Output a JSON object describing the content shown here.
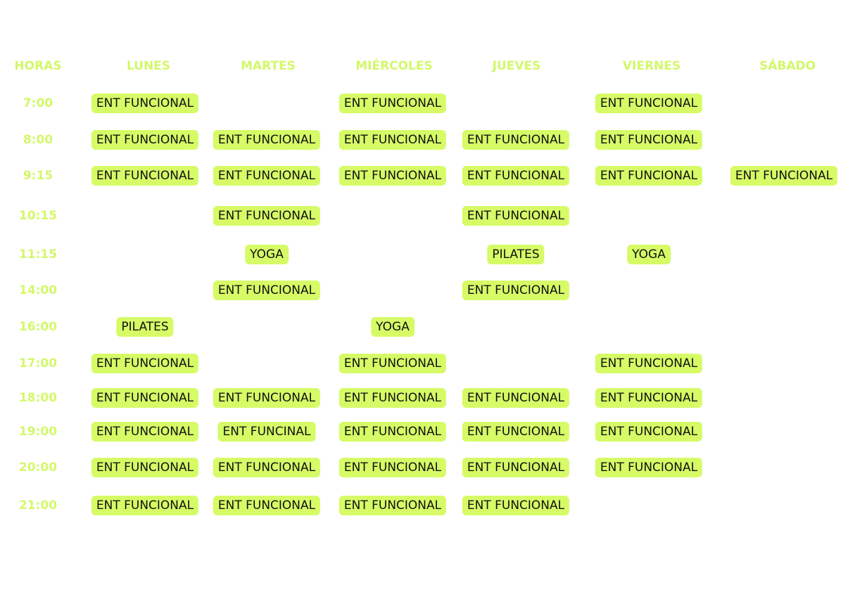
{
  "headers": [
    "HORAS",
    "LUNES",
    "MARTES",
    "MIÉRCOLES",
    "JUEVES",
    "VIERNES",
    "SÁBADO"
  ],
  "colors": {
    "accent": "#d6fb66",
    "header_text": "#d3f86a"
  },
  "rows": [
    {
      "time": "7:00",
      "cells": [
        "ENT FUNCIONAL",
        null,
        "ENT FUNCIONAL",
        null,
        "ENT FUNCIONAL",
        null
      ]
    },
    {
      "time": "8:00",
      "cells": [
        "ENT FUNCIONAL",
        "ENT FUNCIONAL",
        "ENT FUNCIONAL",
        "ENT FUNCIONAL",
        "ENT FUNCIONAL",
        null
      ]
    },
    {
      "time": "9:15",
      "cells": [
        "ENT FUNCIONAL",
        "ENT FUNCIONAL",
        "ENT FUNCIONAL",
        "ENT FUNCIONAL",
        "ENT FUNCIONAL",
        "ENT FUNCIONAL"
      ]
    },
    {
      "time": "10:15",
      "cells": [
        null,
        "ENT FUNCIONAL",
        null,
        "ENT FUNCIONAL",
        null,
        null
      ]
    },
    {
      "time": "11:15",
      "cells": [
        null,
        "YOGA",
        null,
        "PILATES",
        "YOGA",
        null
      ]
    },
    {
      "time": "14:00",
      "cells": [
        null,
        "ENT FUNCIONAL",
        null,
        "ENT FUNCIONAL",
        null,
        null
      ]
    },
    {
      "time": "16:00",
      "cells": [
        "PILATES",
        null,
        "YOGA",
        null,
        null,
        null
      ]
    },
    {
      "time": "17:00",
      "cells": [
        "ENT FUNCIONAL",
        null,
        "ENT FUNCIONAL",
        null,
        "ENT FUNCIONAL",
        null
      ]
    },
    {
      "time": "18:00",
      "cells": [
        "ENT FUNCIONAL",
        "ENT FUNCIONAL",
        "ENT FUNCIONAL",
        "ENT FUNCIONAL",
        "ENT FUNCIONAL",
        null
      ]
    },
    {
      "time": "19:00",
      "cells": [
        "ENT FUNCIONAL",
        "ENT FUNCINAL",
        "ENT FUNCIONAL",
        "ENT FUNCIONAL",
        "ENT FUNCIONAL",
        null
      ]
    },
    {
      "time": "20:00",
      "cells": [
        "ENT FUNCIONAL",
        "ENT FUNCIONAL",
        "ENT FUNCIONAL",
        "ENT FUNCIONAL",
        "ENT FUNCIONAL",
        null
      ]
    },
    {
      "time": "21:00",
      "cells": [
        "ENT FUNCIONAL",
        "ENT FUNCIONAL",
        "ENT FUNCIONAL",
        "ENT FUNCIONAL",
        null,
        null
      ]
    }
  ]
}
